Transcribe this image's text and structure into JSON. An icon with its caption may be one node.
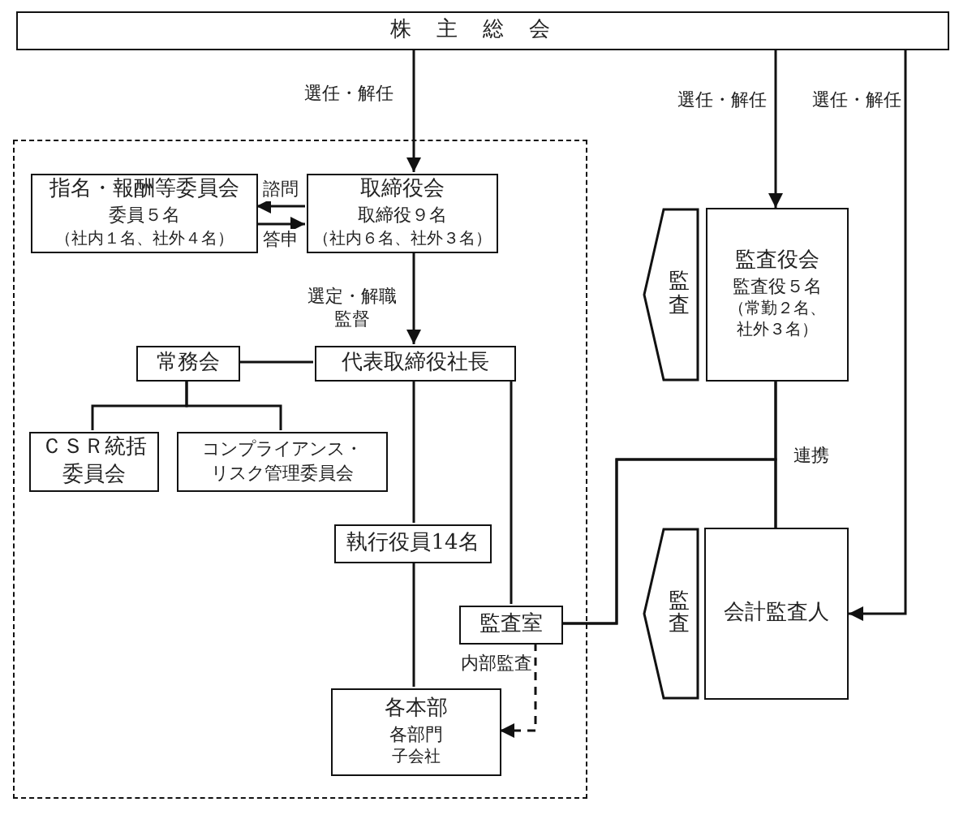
{
  "diagram": {
    "nodes": [
      {
        "text": [
          "株主総会"
        ]
      },
      {
        "text": [],
        "shape": "box"
      },
      {
        "text": [
          "指名・報酬等委員会",
          "委員５名",
          "（社内１名、社外４名）"
        ],
        "in": 1
      },
      {
        "text": [
          "取締役会",
          "取締役９名",
          "（社内６名、社外３名）"
        ],
        "in": 1
      },
      {
        "text": [
          "常務会"
        ],
        "in": 1
      },
      {
        "text": [
          "代表取締役社長"
        ],
        "in": 1
      },
      {
        "text": [
          "ＣＳＲ統括委員会"
        ],
        "in": 1
      },
      {
        "text": [
          "コンプライアンス・リスク管理委員会"
        ],
        "in": 1
      },
      {
        "text": [
          "執行役員14名"
        ],
        "in": 1
      },
      {
        "text": [
          "監査室"
        ],
        "in": 1
      },
      {
        "text": [
          "各本部",
          "各部門",
          "子会社"
        ],
        "in": 1
      },
      {
        "text": [
          "監査"
        ]
      },
      {
        "text": [
          "監査役会",
          "監査役５名",
          "（常勤２名、社外３名）"
        ]
      },
      {
        "text": [
          "監査"
        ]
      },
      {
        "text": [
          "会計監査人"
        ]
      }
    ],
    "edges": [
      {
        "from": 0,
        "to": 3,
        "arrow": "to",
        "label": "選任・解任"
      },
      {
        "from": 3,
        "to": 2,
        "arrow": "to",
        "label": "諮問"
      },
      {
        "from": 2,
        "to": 3,
        "arrow": "to",
        "label": "答申"
      },
      {
        "from": 3,
        "to": 5,
        "arrow": "to",
        "label": "選定・解職監督"
      },
      {
        "from": 5,
        "to": 4,
        "arrow": "none"
      },
      {
        "from": 4,
        "to": 6,
        "arrow": "none"
      },
      {
        "from": 4,
        "to": 7,
        "arrow": "none"
      },
      {
        "from": 5,
        "to": 8,
        "arrow": "none"
      },
      {
        "from": 5,
        "to": 9,
        "arrow": "none"
      },
      {
        "from": 8,
        "to": 10,
        "arrow": "none"
      },
      {
        "from": 9,
        "to": 10,
        "arrow": "to",
        "label": "内部監査",
        "style": "dashed"
      },
      {
        "from": 0,
        "to": 12,
        "arrow": "to",
        "label": "選任・解任"
      },
      {
        "from": 0,
        "to": 14,
        "arrow": "to",
        "label": "選任・解任"
      },
      {
        "from": 12,
        "to": 14,
        "arrow": "none",
        "label": "連携"
      },
      {
        "from": 9,
        "to": 12,
        "arrow": "none"
      },
      {
        "from": 9,
        "to": 14,
        "arrow": "none"
      }
    ]
  }
}
